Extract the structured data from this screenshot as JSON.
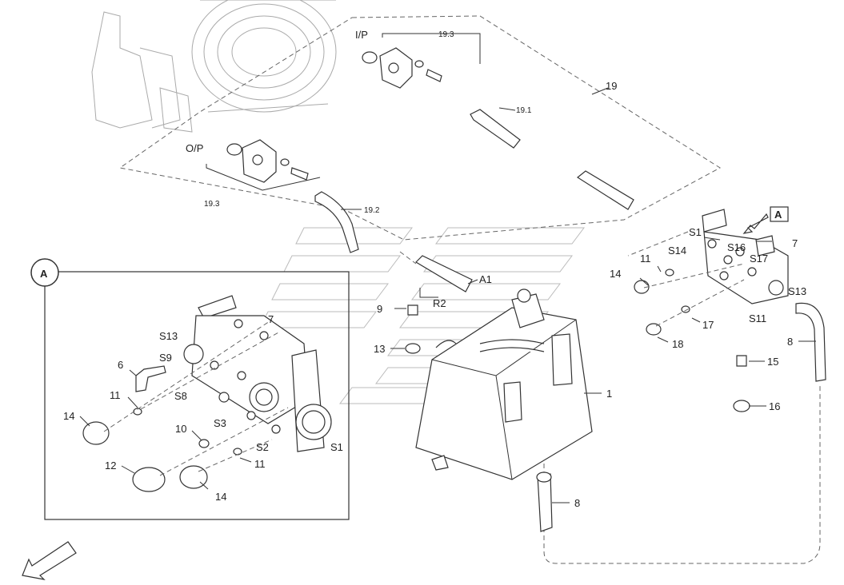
{
  "diagram": {
    "view_letter": "A",
    "refs": {
      "ip": "I/P",
      "op": "O/P",
      "p19_3a": "19.3",
      "p19_3b": "19.3",
      "p19": "19",
      "p19_1": "19.1",
      "p19_2": "19.2",
      "a1": "A1",
      "r2": "R2",
      "p9": "9",
      "p13": "13",
      "p1": "1",
      "p8a": "8",
      "p8b": "8",
      "p7a": "7",
      "s1a": "S1",
      "s14a": "S14",
      "s16": "S16",
      "s17": "S17",
      "s13a": "S13",
      "s11a": "S11",
      "p11a": "11",
      "p14a": "14",
      "p17": "17",
      "p18": "18",
      "p15": "15",
      "p16": "16",
      "s13b": "S13",
      "s9": "S9",
      "s8": "S8",
      "s3": "S3",
      "s2": "S2",
      "s1b": "S1",
      "p7b": "7",
      "p6": "6",
      "p11b": "11",
      "p14b": "14",
      "p10": "10",
      "p11c": "11",
      "p12": "12",
      "p14c": "14"
    }
  }
}
